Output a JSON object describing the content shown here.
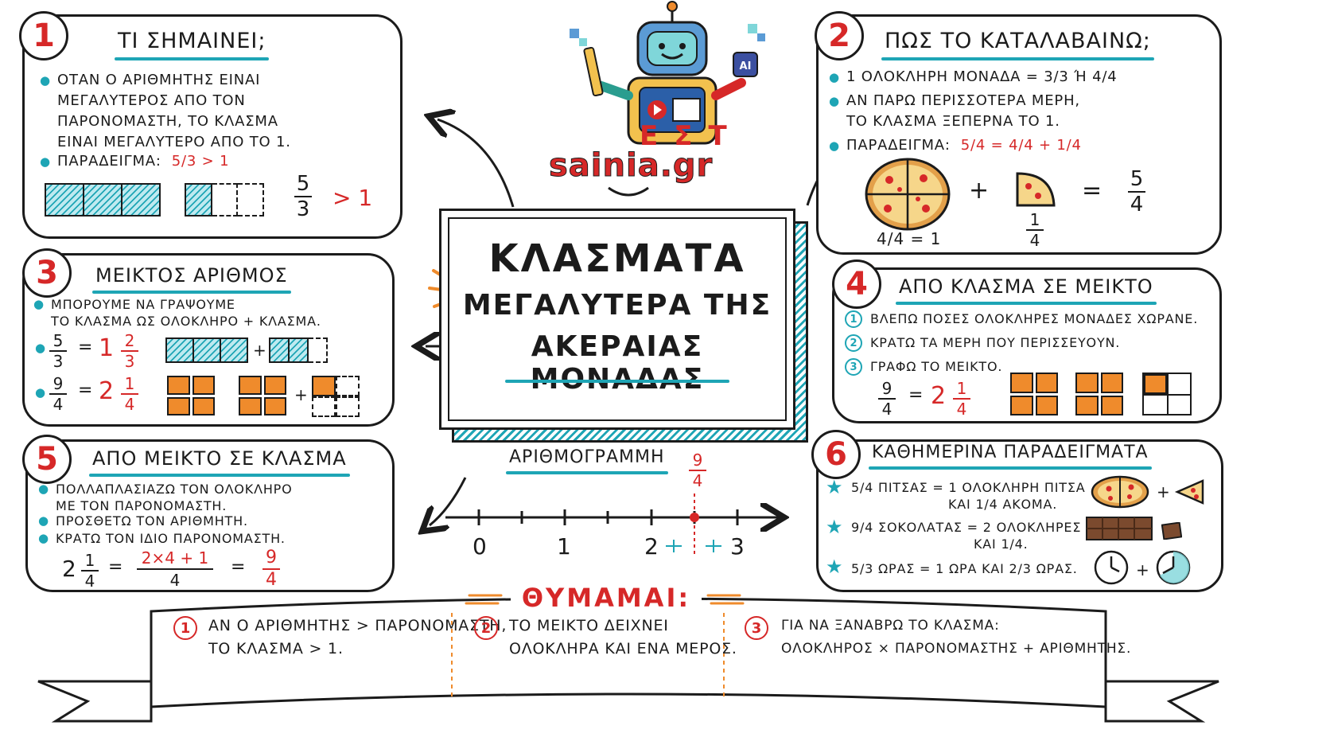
{
  "title": {
    "line1": "ΚΛΑΣΜΑΤΑ",
    "line2": "ΜΕΓΑΛΥΤΕΡΑ ΤΗΣ",
    "line3": "ΑΚΕΡΑΙΑΣ ΜΟΝΑΔΑΣ"
  },
  "logo": {
    "text": "sainia.gr",
    "badge": "AI",
    "letters": "ΕΣΤ"
  },
  "sections": {
    "s1": {
      "num": "1",
      "heading": "ΤΙ ΣΗΜΑΙΝΕΙ;",
      "b1_l1": "ΟΤΑΝ Ο ΑΡΙΘΜΗΤΗΣ ΕΙΝΑΙ",
      "b1_l2": "ΜΕΓΑΛΥΤΕΡΟΣ ΑΠΟ ΤΟΝ",
      "b1_l3": "ΠΑΡΟΝΟΜΑΣΤΗ, ΤΟ ΚΛΑΣΜΑ",
      "b1_l4": "ΕΙΝΑΙ ΜΕΓΑΛΥΤΕΡΟ ΑΠΟ ΤΟ 1.",
      "b2_label": "ΠΑΡΑΔΕΙΓΜΑ:",
      "b2_value": "5/3 > 1",
      "frac_num": "5",
      "frac_den": "3",
      "gt": "> 1"
    },
    "s2": {
      "num": "2",
      "heading": "ΠΩΣ ΤΟ ΚΑΤΑΛΑΒΑΙΝΩ;",
      "b1": "1 ΟΛΟΚΛΗΡΗ ΜΟΝΑΔΑ = 3/3 Ή 4/4",
      "b2_l1": "ΑΝ ΠΑΡΩ ΠΕΡΙΣΣΟΤΕΡΑ ΜΕΡΗ,",
      "b2_l2": "ΤΟ ΚΛΑΣΜΑ ΞΕΠΕΡΝΑ ΤΟ 1.",
      "b3_label": "ΠΑΡΑΔΕΙΓΜΑ:",
      "b3_value": "5/4 = 4/4 + 1/4",
      "pizza_caption": "4/4 = 1",
      "plus": "+",
      "eq": "=",
      "slice_num": "1",
      "slice_den": "4",
      "res_num": "5",
      "res_den": "4"
    },
    "s3": {
      "num": "3",
      "heading": "ΜΕΙΚΤΟΣ ΑΡΙΘΜΟΣ",
      "b1_l1": "ΜΠΟΡΟΥΜΕ ΝΑ ΓΡΑΨΟΥΜΕ",
      "b1_l2": "ΤΟ ΚΛΑΣΜΑ ΩΣ ΟΛΟΚΛΗΡΟ + ΚΛΑΣΜΑ.",
      "ex1": {
        "num": "5",
        "den": "3",
        "whole": "1",
        "pnum": "2",
        "pden": "3"
      },
      "ex2": {
        "num": "9",
        "den": "4",
        "whole": "2",
        "pnum": "1",
        "pden": "4"
      },
      "eq": "=",
      "plus": "+"
    },
    "s4": {
      "num": "4",
      "heading": "ΑΠΟ ΚΛΑΣΜΑ ΣΕ ΜΕΙΚΤΟ",
      "steps": [
        {
          "n": "1",
          "text": "ΒΛΕΠΩ ΠΟΣΕΣ ΟΛΟΚΛΗΡΕΣ ΜΟΝΑΔΕΣ ΧΩΡΑΝΕ."
        },
        {
          "n": "2",
          "text": "ΚΡΑΤΩ ΤΑ ΜΕΡΗ ΠΟΥ ΠΕΡΙΣΣΕΥΟΥΝ."
        },
        {
          "n": "3",
          "text": "ΓΡΑΦΩ ΤΟ ΜΕΙΚΤΟ."
        }
      ],
      "ex": {
        "num": "9",
        "den": "4",
        "whole": "2",
        "pnum": "1",
        "pden": "4"
      },
      "eq": "="
    },
    "s5": {
      "num": "5",
      "heading": "ΑΠΟ ΜΕΙΚΤΟ ΣΕ ΚΛΑΣΜΑ",
      "b1_l1": "ΠΟΛΛΑΠΛΑΣΙΑΖΩ ΤΟΝ ΟΛΟΚΛΗΡΟ",
      "b1_l2": "ΜΕ ΤΟΝ ΠΑΡΟΝΟΜΑΣΤΗ.",
      "b2": "ΠΡΟΣΘΕΤΩ ΤΟΝ ΑΡΙΘΜΗΤΗ.",
      "b3": "ΚΡΑΤΩ ΤΟΝ ΙΔΙΟ ΠΑΡΟΝΟΜΑΣΤΗ.",
      "ex": {
        "whole": "2",
        "pnum": "1",
        "pden": "4",
        "mnum": "2×4 + 1",
        "mden": "4",
        "rnum": "9",
        "rden": "4"
      },
      "eq": "="
    },
    "s6": {
      "num": "6",
      "heading": "ΚΑΘΗΜΕΡΙΝΑ ΠΑΡΑΔΕΙΓΜΑΤΑ",
      "items": [
        {
          "l1": "5/4 ΠΙΤΣΑΣ = 1 ΟΛΟΚΛΗΡΗ ΠΙΤΣΑ",
          "l2": "ΚΑΙ 1/4 ΑΚΟΜΑ."
        },
        {
          "l1": "9/4 ΣΟΚΟΛΑΤΑΣ = 2 ΟΛΟΚΛΗΡΕΣ",
          "l2": "ΚΑΙ 1/4."
        },
        {
          "l1": "5/3 ΩΡΑΣ = 1 ΩΡΑ ΚΑΙ 2/3 ΩΡΑΣ.",
          "l2": ""
        }
      ],
      "plus": "+"
    }
  },
  "numberline": {
    "heading": "ΑΡΙΘΜΟΓΡΑΜΜΗ",
    "marker_num": "9",
    "marker_den": "4",
    "labels": [
      "0",
      "1",
      "2",
      "3"
    ]
  },
  "remember": {
    "heading": "ΘΥΜΑΜΑΙ:",
    "items": [
      {
        "n": "1",
        "l1": "ΑΝ Ο ΑΡΙΘΜΗΤΗΣ > ΠΑΡΟΝΟΜΑΣΤΗ,",
        "l2": "ΤΟ ΚΛΑΣΜΑ > 1."
      },
      {
        "n": "2",
        "l1": "ΤΟ ΜΕΙΚΤΟ ΔΕΙΧΝΕΙ",
        "l2": "ΟΛΟΚΛΗΡΑ ΚΑΙ ΕΝΑ ΜΕΡΟΣ."
      },
      {
        "n": "3",
        "l1": "ΓΙΑ ΝΑ ΞΑΝΑΒΡΩ ΤΟ ΚΛΑΣΜΑ:",
        "l2": "ΟΛΟΚΛΗΡΟΣ × ΠΑΡΟΝΟΜΑΣΤΗΣ + ΑΡΙΘΜΗΤΗΣ."
      }
    ]
  },
  "colors": {
    "teal": "#1ea5b5",
    "red": "#d62828",
    "orange": "#ef8b2c",
    "ink": "#1b1b1b"
  }
}
